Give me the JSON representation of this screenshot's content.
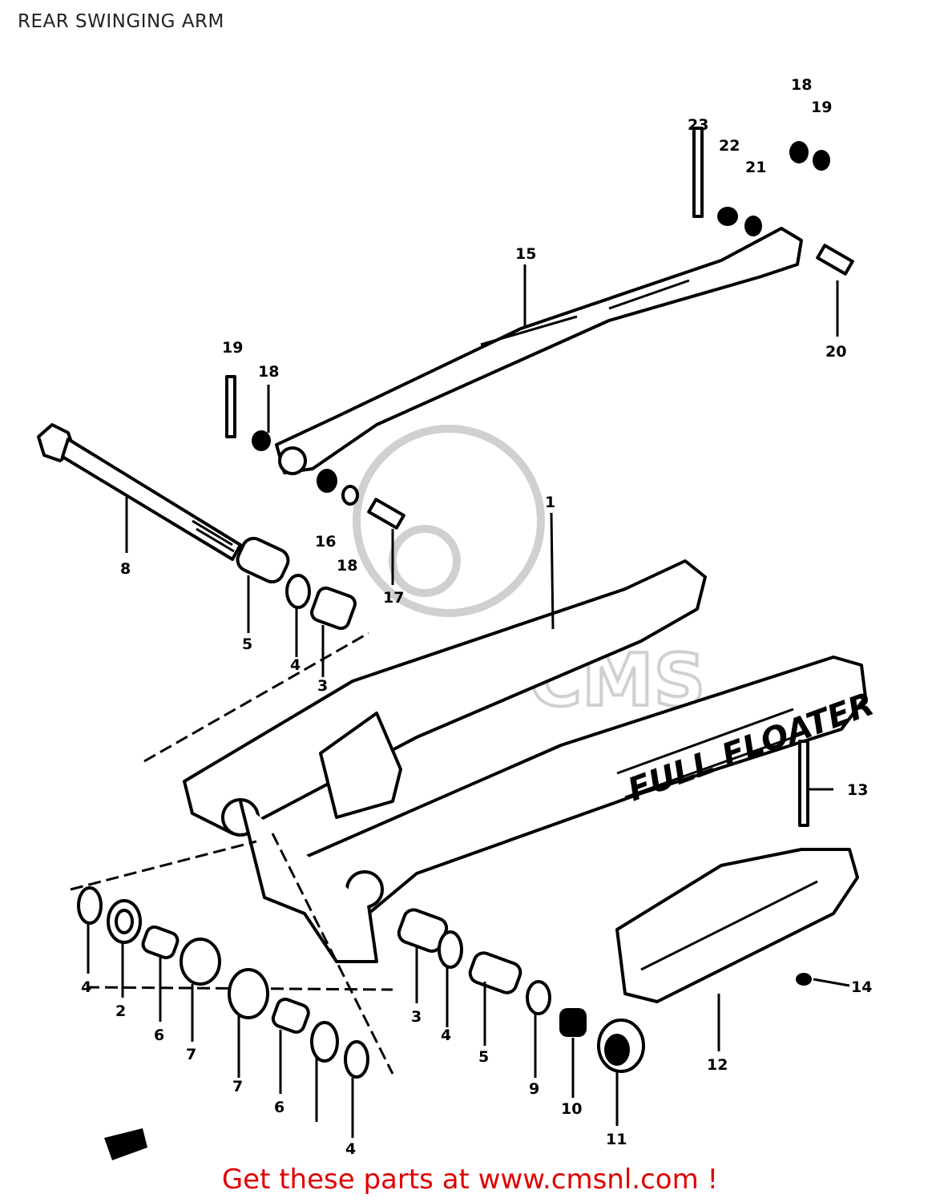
{
  "title": "REAR SWINGING ARM",
  "footer": "Get these parts at www.cmsnl.com !",
  "watermark": "CMS",
  "callouts": [
    "1",
    "2",
    "3",
    "3",
    "4",
    "4",
    "4",
    "4",
    "5",
    "5",
    "6",
    "6",
    "7",
    "7",
    "8",
    "9",
    "10",
    "11",
    "12",
    "13",
    "14",
    "15",
    "16",
    "17",
    "18",
    "18",
    "18",
    "19",
    "19",
    "20",
    "21",
    "22",
    "23"
  ]
}
